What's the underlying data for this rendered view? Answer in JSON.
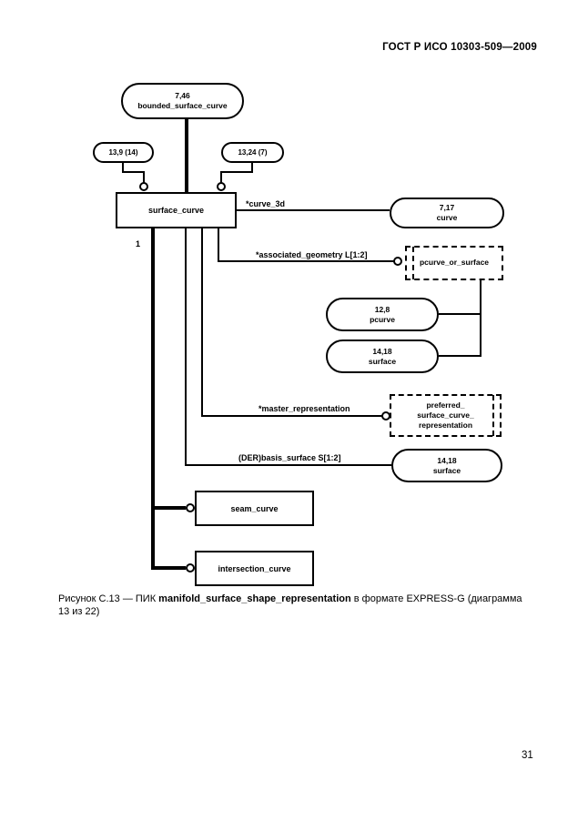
{
  "page": {
    "header": "ГОСТ Р ИСО 10303-509—2009",
    "page_number": "31",
    "caption": {
      "prefix": "Рисунок С.13 — ПИК ",
      "bold": "manifold_surface_shape_representation",
      "suffix": " в формате EXPRESS-G (диаграмма 13 из 22)"
    }
  },
  "diagram": {
    "nodes": {
      "bounded_surface_curve": {
        "ref": "7,46",
        "name": "bounded_surface_curve"
      },
      "pageref_left": {
        "label": "13,9 (14)"
      },
      "pageref_right": {
        "label": "13,24 (7)"
      },
      "surface_curve": {
        "label": "surface_curve"
      },
      "curve": {
        "ref": "7,17",
        "name": "curve"
      },
      "pcurve_or_surface": {
        "label": "pcurve_or_surface"
      },
      "pcurve": {
        "ref": "12,8",
        "name": "pcurve"
      },
      "surface_top": {
        "ref": "14,18",
        "name": "surface"
      },
      "preferred_representation": {
        "line1": "preferred_",
        "line2": "surface_curve_",
        "line3": "representation"
      },
      "surface_bottom": {
        "ref": "14,18",
        "name": "surface"
      },
      "seam_curve": {
        "label": "seam_curve"
      },
      "intersection_curve": {
        "label": "intersection_curve"
      }
    },
    "edge_labels": {
      "curve_3d": "*curve_3d",
      "associated_geometry": "*associated_geometry L[1:2]",
      "master_representation": "*master_representation",
      "basis_surface": "(DER)basis_surface S[1:2]",
      "cardinality_one": "1"
    }
  }
}
